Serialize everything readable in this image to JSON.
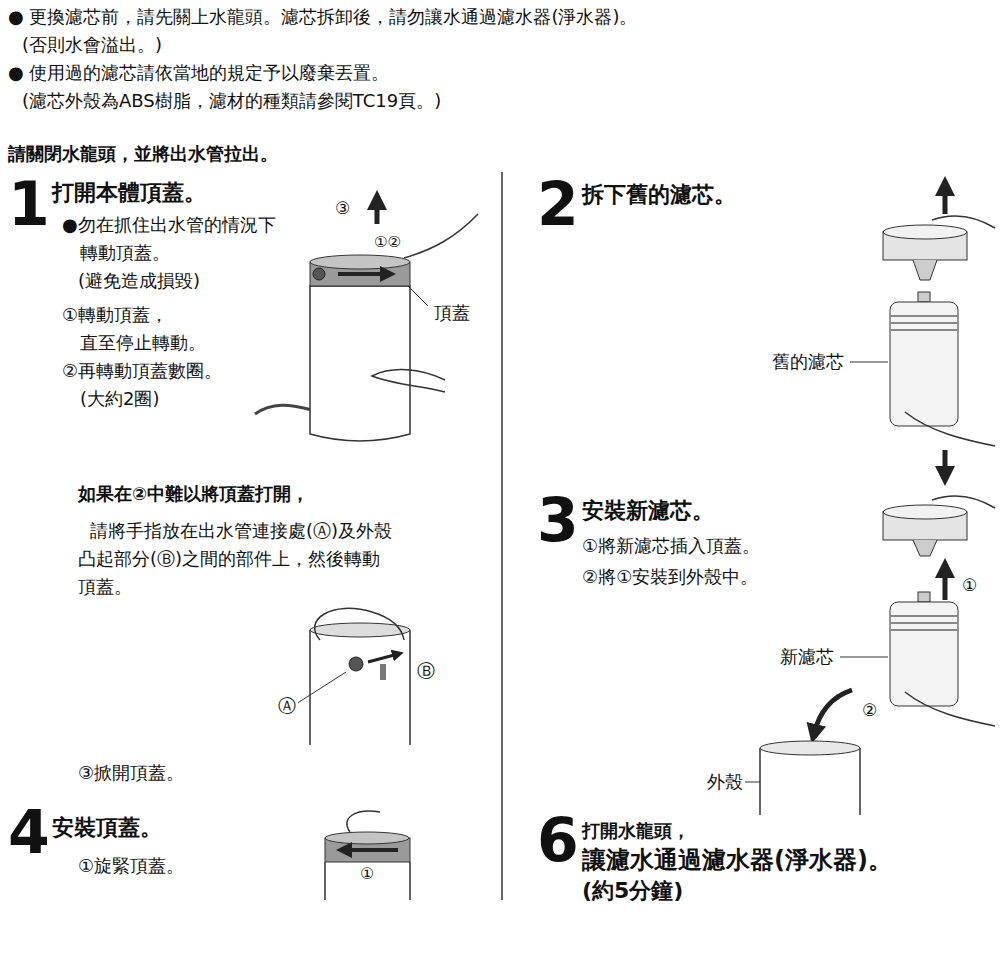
{
  "diagram": {
    "labels": [
      "● 更換濾芯前，請先關上水龍頭。濾芯拆卸後，請勿讓水通過濾水器(淨水器)。",
      "(否則水會溢出。)",
      "● 使用過的濾芯請依當地的規定予以廢棄丟置。",
      "(濾芯外殼為ABS樹脂，濾材的種類請參閱TC19頁。)",
      "請關閉水龍頭，並將出水管拉出。",
      "1",
      "打開本體頂蓋。",
      "●勿在抓住出水管的情況下",
      "轉動頂蓋。",
      "(避免造成損毀)",
      "①轉動頂蓋，",
      "直至停止轉動。",
      "②再轉動頂蓋數圈。",
      "(大約2圈)",
      "③",
      "①②",
      "頂蓋",
      "如果在②中難以將頂蓋打開，",
      "請將手指放在出水管連接處(Ⓐ)及外殼",
      "凸起部分(Ⓑ)之間的部件上，然後轉動",
      "頂蓋。",
      "Ⓑ",
      "Ⓐ",
      "③掀開頂蓋。",
      "4",
      "安裝頂蓋。",
      "①旋緊頂蓋。",
      "①",
      "2",
      "拆下舊的濾芯。",
      "舊的濾芯",
      "3",
      "安裝新濾芯。",
      "①將新濾芯插入頂蓋。",
      "②將①安裝到外殼中。",
      "①",
      "新濾芯",
      "②",
      "外殼",
      "6",
      "打開水龍頭，",
      "讓濾水通過濾水器(淨水器)。",
      "(約5分鐘)"
    ]
  }
}
